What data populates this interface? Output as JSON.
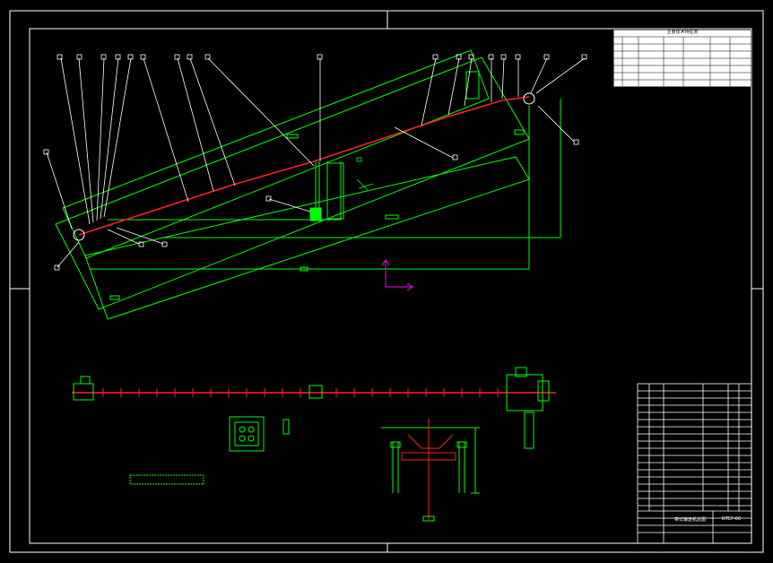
{
  "drawing": {
    "title": "CAD conveyor drawing",
    "spec_table": {
      "title": "主要技术特征表"
    },
    "title_block": {
      "drawing_name": "带式输送机总图",
      "drawing_number": "DTCF-00"
    }
  },
  "colors": {
    "background": "#000000",
    "frame": "#ffffff",
    "belt": "#ff2020",
    "structure": "#00ff00",
    "leaders": "#ffffff",
    "axis": "#ff00ff",
    "ground": "#00c000"
  }
}
